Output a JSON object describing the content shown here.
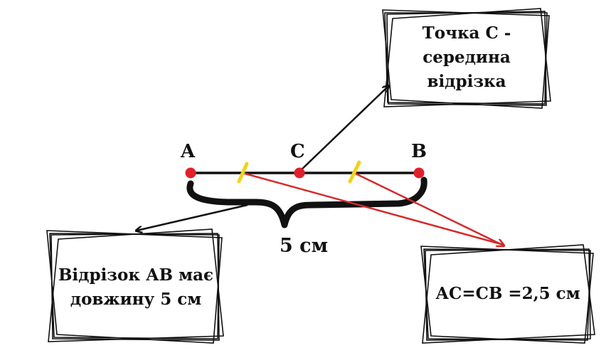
{
  "points": {
    "a": "A",
    "c": "C",
    "b": "B"
  },
  "length_label": "5 см",
  "boxes": {
    "midpoint": {
      "lines": [
        "Точка С -",
        "середина",
        "відрізка"
      ]
    },
    "length": {
      "lines": [
        "Відрізок АВ має",
        "довжину 5 см"
      ]
    },
    "equality": {
      "lines": [
        "АС=СВ =2,5 см"
      ]
    }
  },
  "colors": {
    "ink": "#111111",
    "point": "#e0202a",
    "tick": "#f2d21b",
    "arrow_red": "#d42a2a"
  }
}
